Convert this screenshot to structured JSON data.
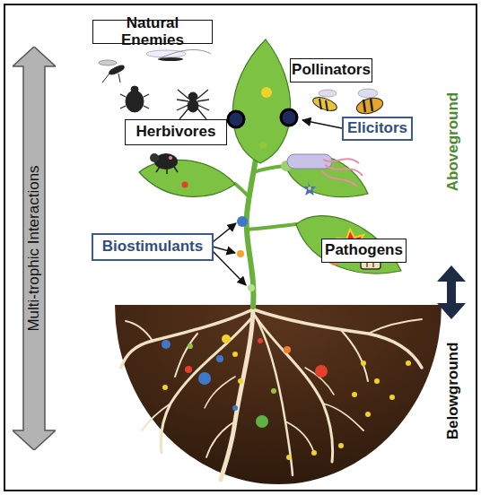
{
  "diagram": {
    "nodes": [
      {
        "text": [
          "Natural Enemies"
        ]
      },
      {
        "text": [
          "Pollinators"
        ]
      },
      {
        "text": [
          "Herbivores"
        ]
      },
      {
        "text": [
          "Elicitors"
        ]
      },
      {
        "text": [
          "Pathogens"
        ]
      },
      {
        "text": [
          "Biostimulants"
        ]
      },
      {
        "text": [
          "Multi-trophic Interactions"
        ]
      }
    ],
    "labels": [
      "Aboveground",
      "Belowground"
    ]
  }
}
